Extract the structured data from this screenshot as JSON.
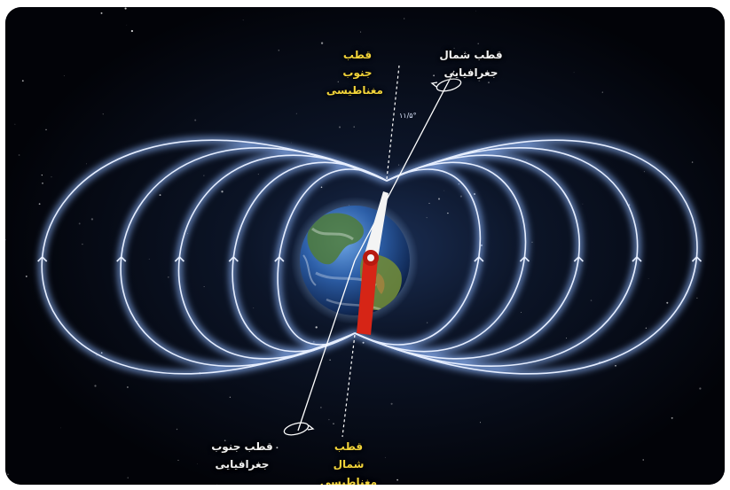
{
  "labels": {
    "geo_north": "قطب شمال جغرافیایی",
    "mag_south": "قطب جنوب مغناطیسی",
    "geo_south": "قطب جنوب جغرافیایی",
    "mag_north": "قطب شمال مغناطیسی",
    "tilt_angle": "۱۱/۵°"
  },
  "colors": {
    "background": "#05070d",
    "field_line": "#e6eeff",
    "field_glow": "#8fb8ff",
    "magnetic_label": "#f2d43a",
    "geographic_label": "#f2f2f2",
    "magnet_red": "#d62516",
    "magnet_white": "#f4f4f4"
  },
  "icons": [
    "earth-globe",
    "bar-magnet",
    "rotation-arrow-north",
    "rotation-arrow-south"
  ]
}
